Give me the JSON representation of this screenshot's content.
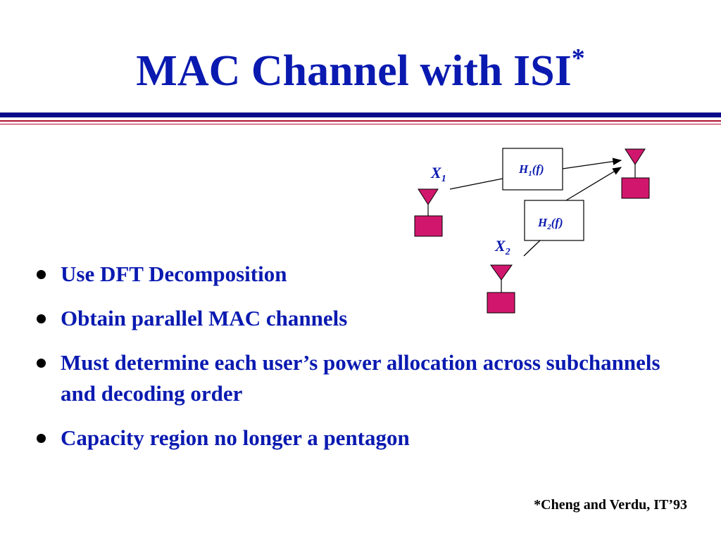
{
  "title": {
    "text": "MAC Channel with ISI",
    "marker": "*"
  },
  "diagram": {
    "x1_label": "X",
    "x1_sub": "1",
    "x2_label": "X",
    "x2_sub": "2",
    "h1_label": "H",
    "h1_sub": "1",
    "h1_arg": "(f)",
    "h2_label": "H",
    "h2_sub": "2",
    "h2_arg": "(f)",
    "colors": {
      "antenna": "#d1176d",
      "stroke": "#000000",
      "label": "#0a1ab0"
    }
  },
  "bullets": [
    "Use DFT Decomposition",
    "Obtain parallel MAC channels",
    "Must determine each user’s power allocation across subchannels and decoding order",
    "Capacity region no longer a pentagon"
  ],
  "footnote": "*Cheng and Verdu, IT’93"
}
